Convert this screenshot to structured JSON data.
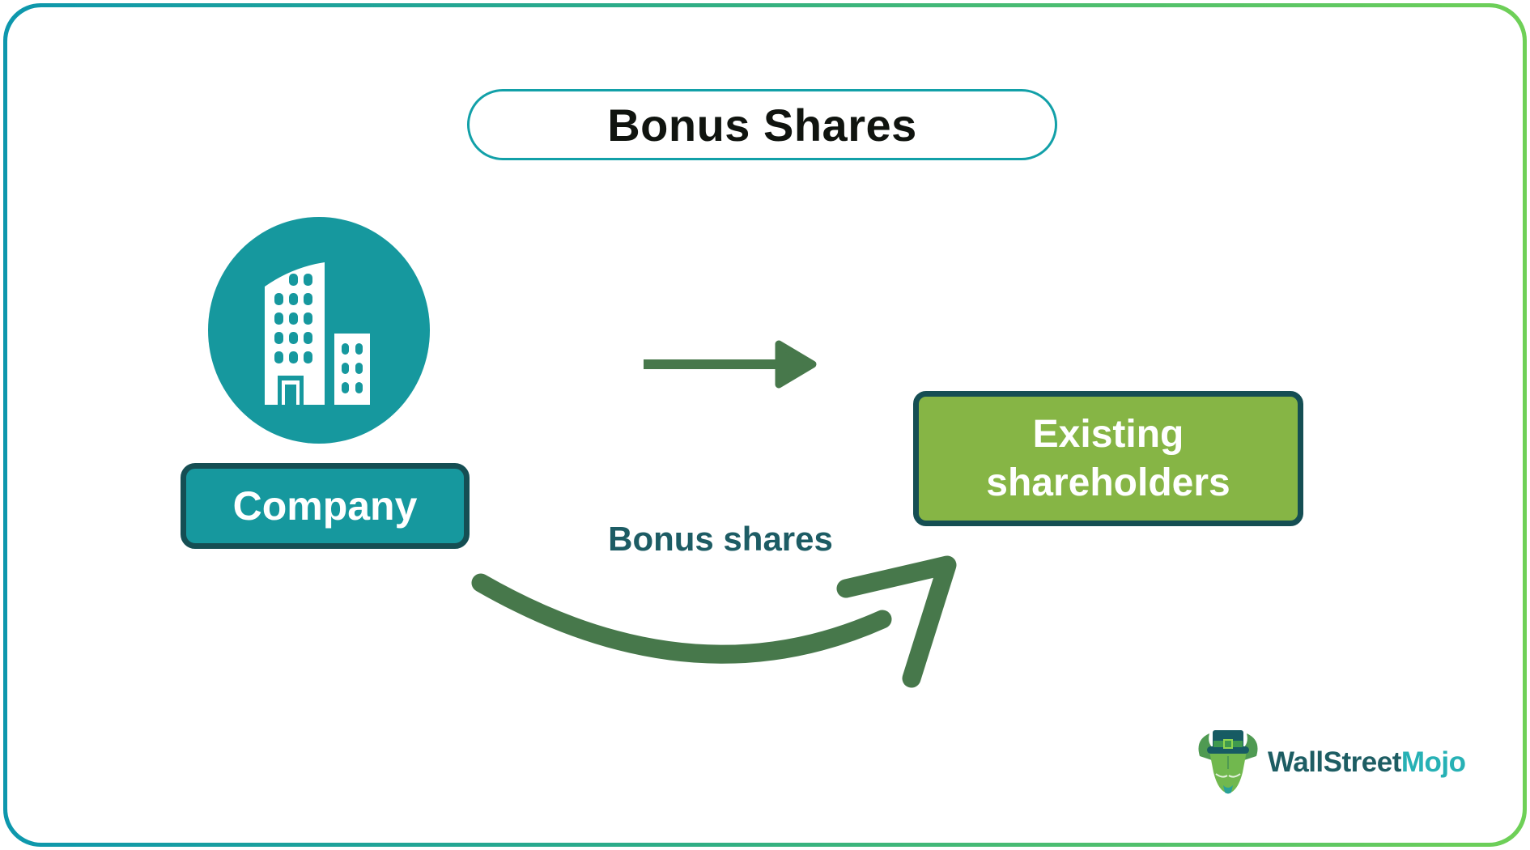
{
  "title": {
    "text": "Bonus Shares"
  },
  "diagram": {
    "company": {
      "label": "Company",
      "icon": "building-icon"
    },
    "existing_shareholders": {
      "label": "Existing shareholders"
    },
    "flow_label": "Bonus shares"
  },
  "colors": {
    "frame_gradient_start": "#0d97ad",
    "frame_gradient_end": "#6fd057",
    "teal_fill": "#16989e",
    "dark_border": "#154e53",
    "green_fill": "#86b545",
    "arrow_green": "#47784b",
    "flow_label_color": "#1d5c64",
    "title_pill_border": "#12a0a8",
    "logo_dark": "#1d5d63",
    "logo_cyan": "#27b1b5"
  },
  "logo": {
    "brand_first": "WallStreet",
    "brand_second": "Mojo",
    "mascot": "bull-with-top-hat-icon"
  }
}
